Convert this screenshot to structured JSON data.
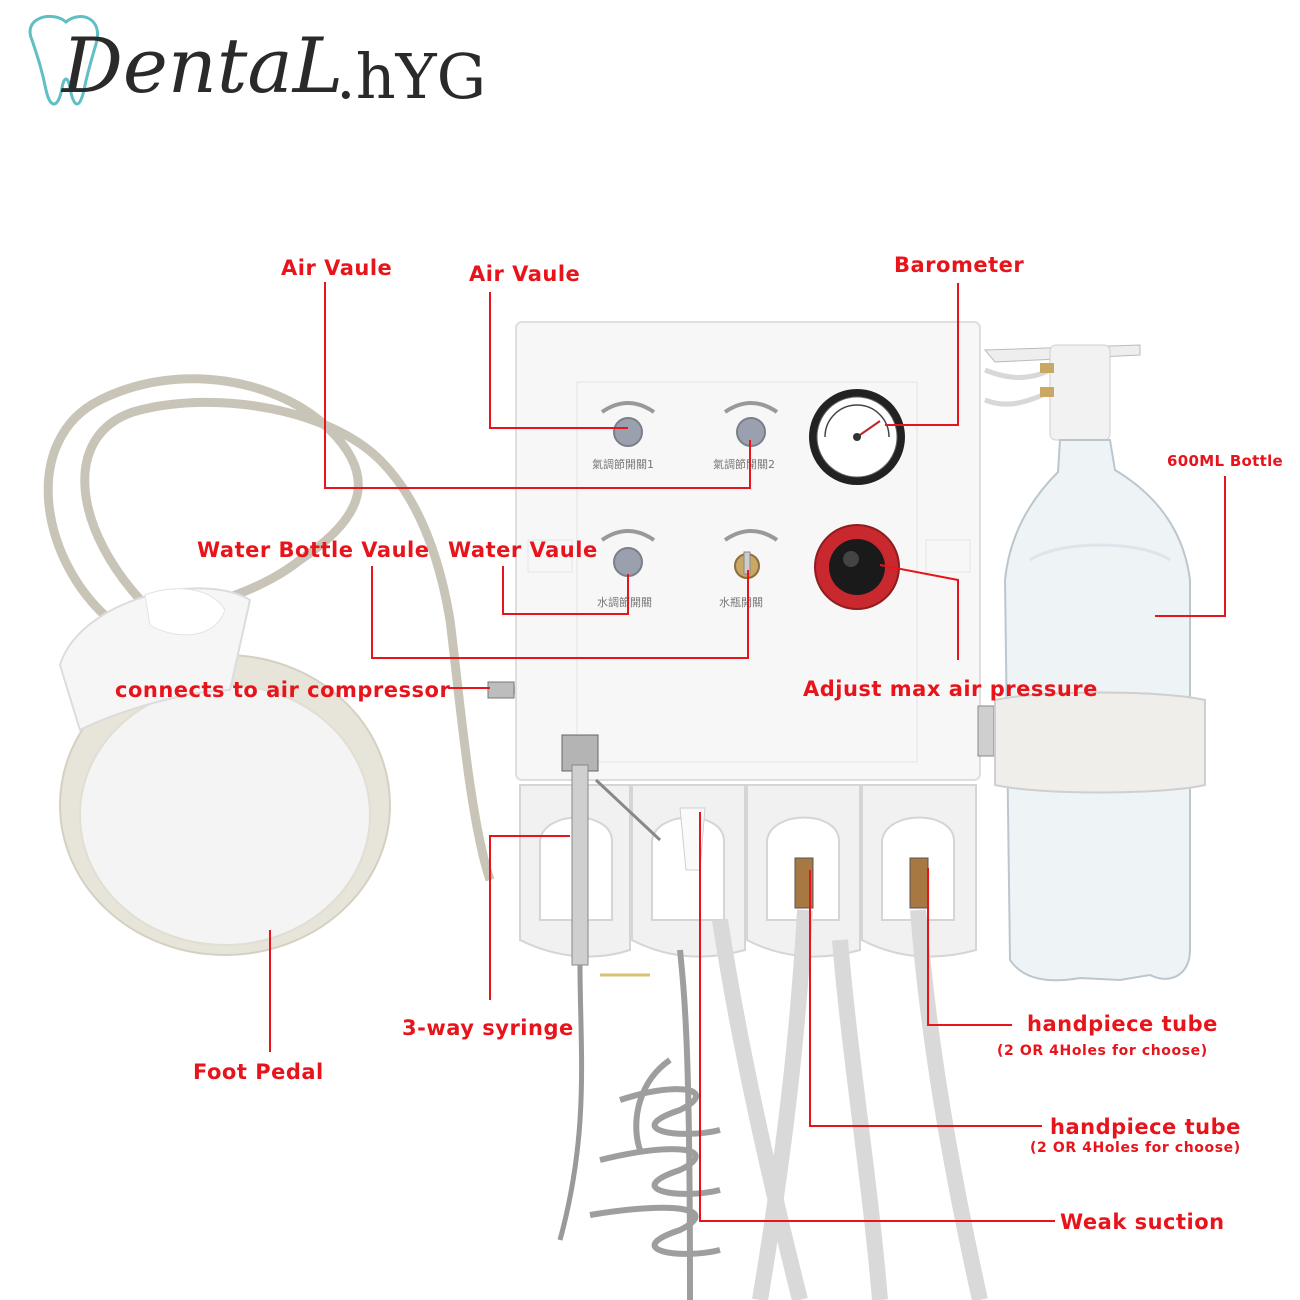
{
  "logo": {
    "main": "DentaL",
    "suffix": ".hYG"
  },
  "panel_text": {
    "air_switch_1": "氣調節開關1",
    "air_switch_2": "氣調節開關2",
    "water_switch": "水調節開關",
    "bottle_switch": "水瓶開關"
  },
  "labels": {
    "air_valve_1": "Air Vaule",
    "air_valve_2": "Air Vaule",
    "barometer": "Barometer",
    "bottle": "600ML Bottle",
    "water_bottle_valve": "Water Bottle Vaule",
    "water_valve": "Water Vaule",
    "air_compressor": "connects to air compressor",
    "max_pressure": "Adjust max air pressure",
    "syringe": "3-way syringe",
    "foot_pedal": "Foot Pedal",
    "handpiece_tube_1": "handpiece tube",
    "handpiece_tube_1_sub": "(2 OR 4Holes for choose)",
    "handpiece_tube_2": "handpiece tube",
    "handpiece_tube_2_sub": "(2 OR 4Holes for choose)",
    "weak_suction": "Weak suction"
  },
  "colors": {
    "label_red": "#e8141b",
    "logo_teal": "#5fbfc4",
    "panel_white": "#f7f7f7"
  },
  "icons": [
    "tooth-logo-icon",
    "pressure-gauge-icon",
    "knob-icon",
    "toggle-switch-icon"
  ]
}
